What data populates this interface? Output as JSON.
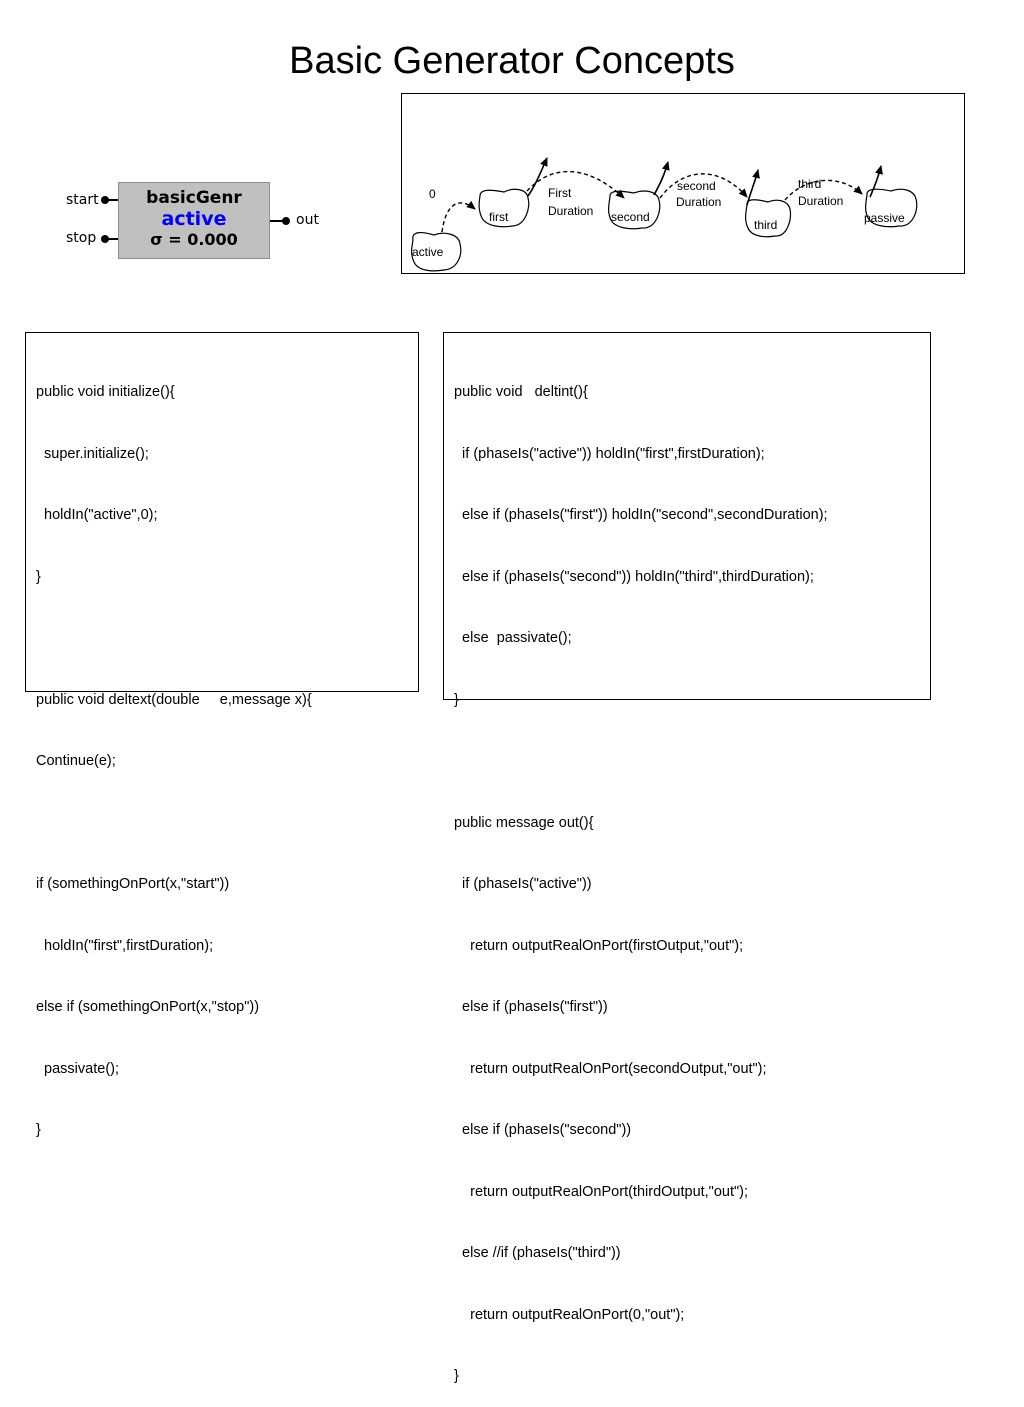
{
  "title": "Basic Generator Concepts",
  "model": {
    "name": "basicGenr",
    "phase": "active",
    "sigma": "σ = 0.000",
    "inports": [
      "start",
      "stop"
    ],
    "outport": "out",
    "phase_color": "#0000ee"
  },
  "state_diagram": {
    "states": [
      "active",
      "first",
      "second",
      "third",
      "passive"
    ],
    "transition_labels": {
      "zero": "0",
      "first_duration": [
        "First",
        "Duration"
      ],
      "second_duration": [
        "second",
        "Duration"
      ],
      "third_duration": [
        "third",
        "Duration"
      ]
    }
  },
  "code_left": [
    "public void initialize(){",
    "  super.initialize();",
    "  holdIn(\"active\",0);",
    "}",
    "",
    "public void deltext(double     e,message x){",
    "Continue(e);",
    "",
    "if (somethingOnPort(x,\"start\"))",
    "  holdIn(\"first\",firstDuration);",
    "else if (somethingOnPort(x,\"stop\"))",
    "  passivate();",
    "}"
  ],
  "code_right": [
    "public void   deltint(){",
    "  if (phaseIs(\"active\")) holdIn(\"first\",firstDuration);",
    "  else if (phaseIs(\"first\")) holdIn(\"second\",secondDuration);",
    "  else if (phaseIs(\"second\")) holdIn(\"third\",thirdDuration);",
    "  else  passivate();",
    "}",
    "",
    "public message out(){",
    "  if (phaseIs(\"active\"))",
    "    return outputRealOnPort(firstOutput,\"out\");",
    "  else if (phaseIs(\"first\"))",
    "    return outputRealOnPort(secondOutput,\"out\");",
    "  else if (phaseIs(\"second\"))",
    "    return outputRealOnPort(thirdOutput,\"out\");",
    "  else //if (phaseIs(\"third\"))",
    "    return outputRealOnPort(0,\"out\");",
    "}"
  ]
}
